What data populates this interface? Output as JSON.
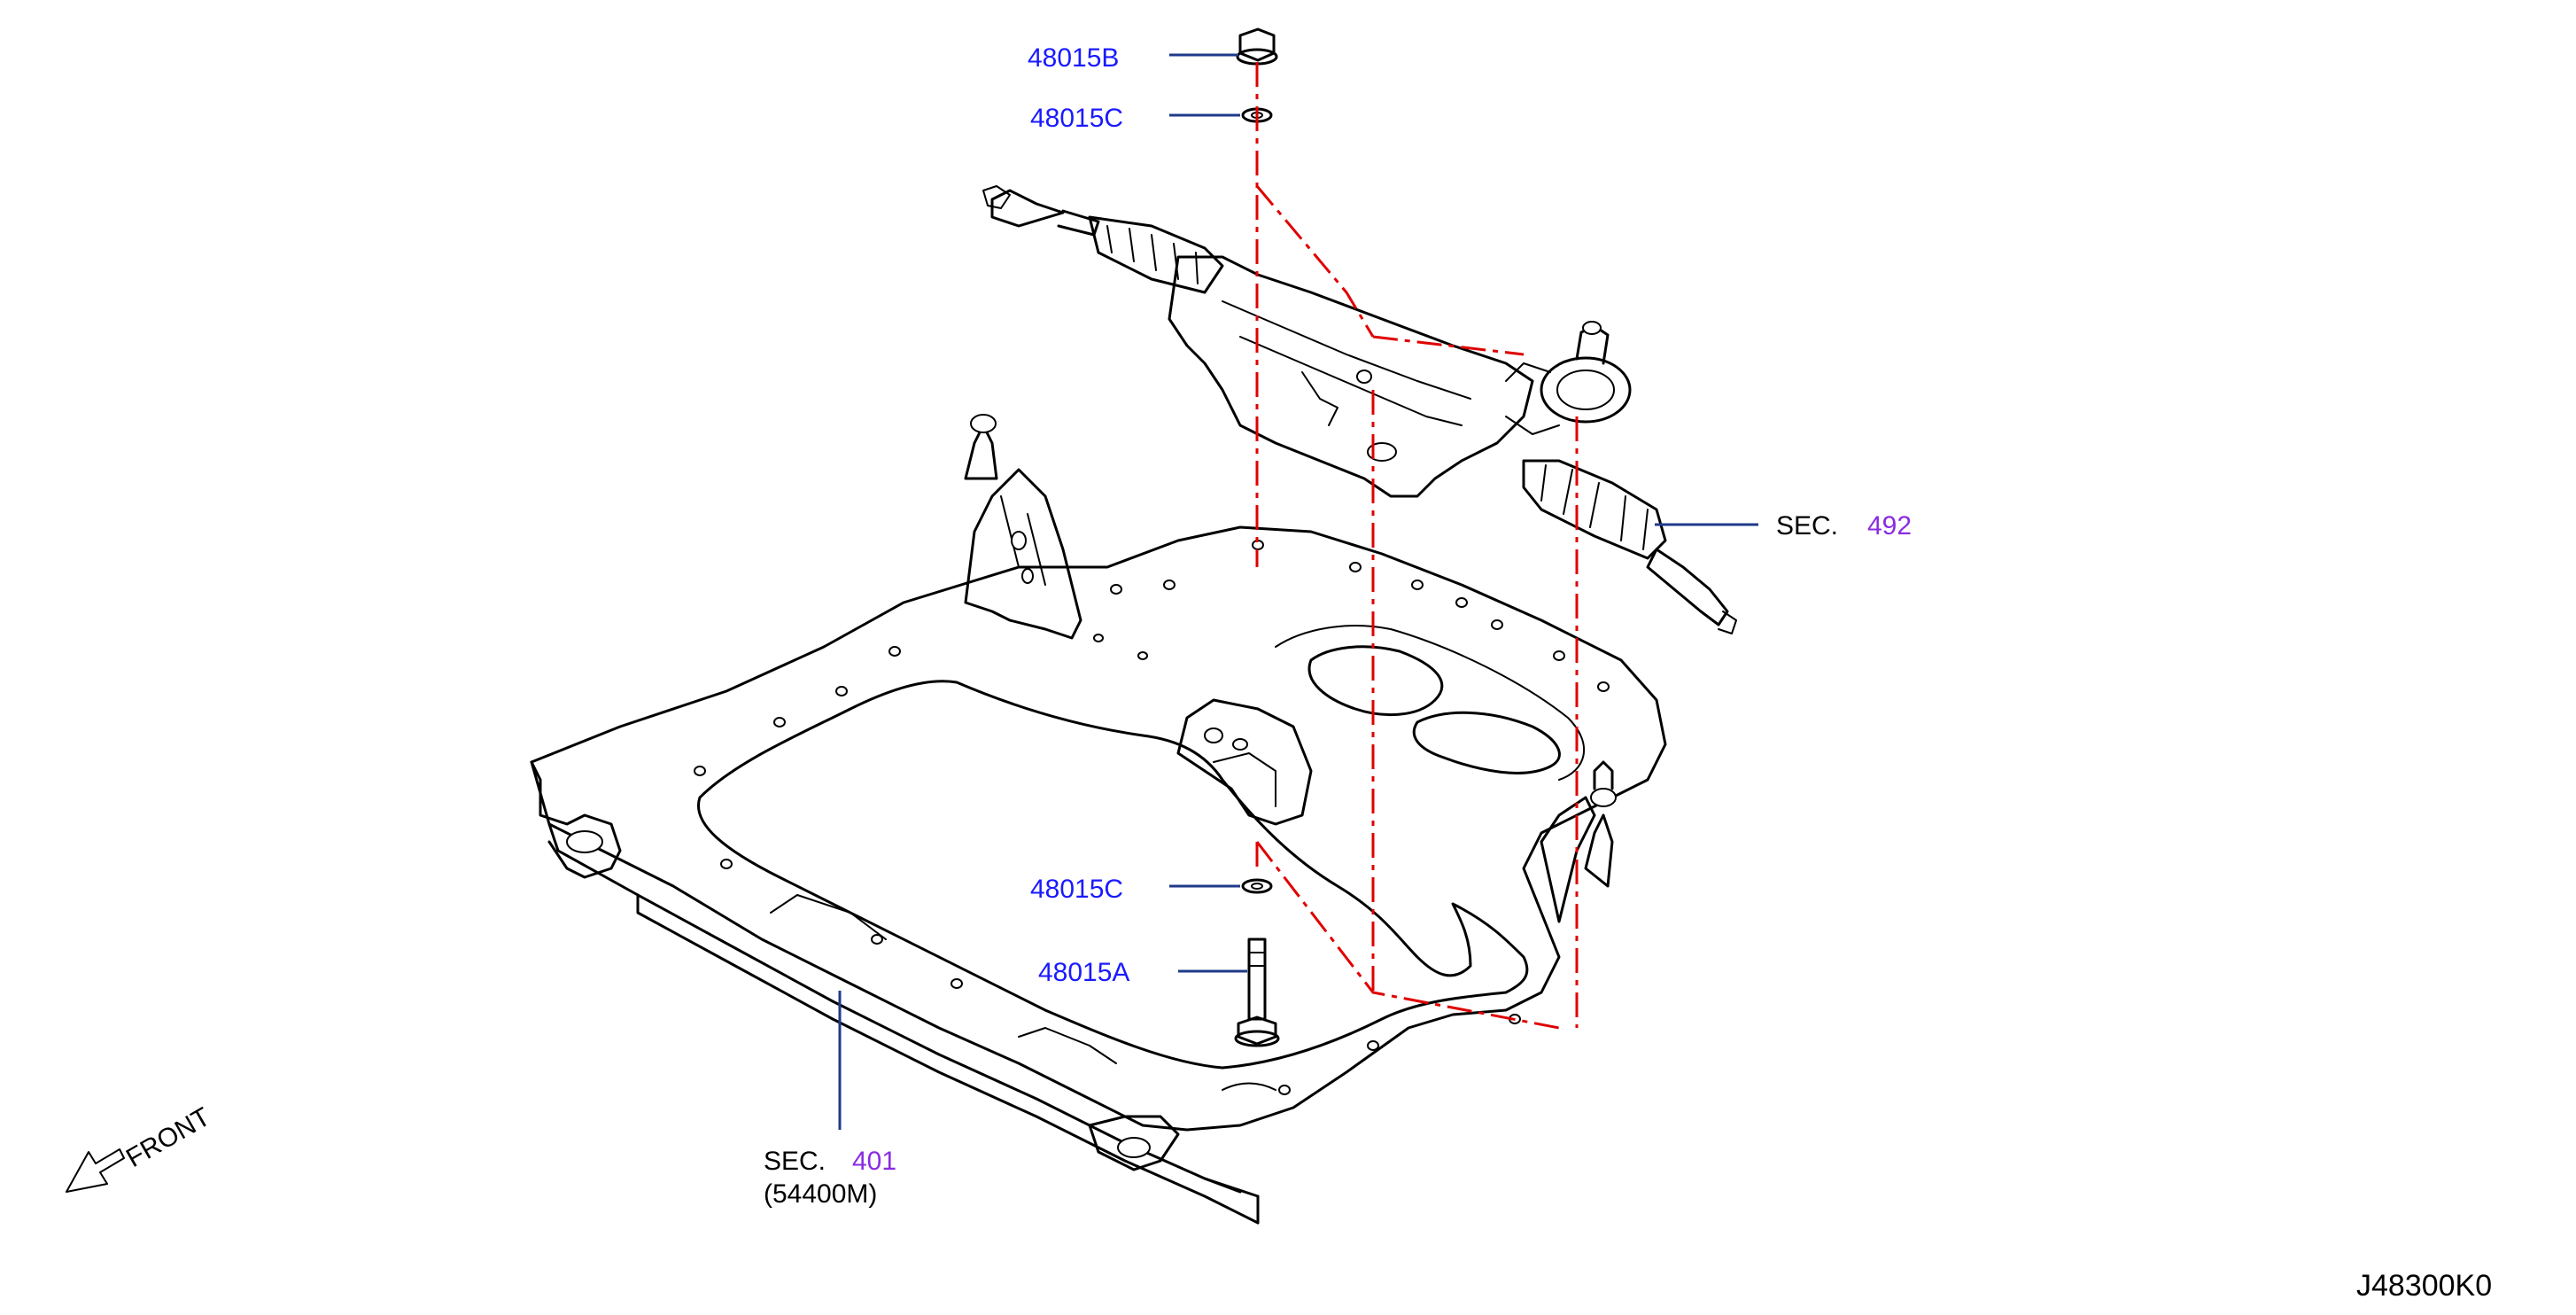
{
  "labels": {
    "nut_top": "48015B",
    "washer_top": "48015C",
    "washer_bottom": "48015C",
    "bolt_bottom": "48015A",
    "sec_steering_prefix": "SEC.",
    "sec_steering_num": "492",
    "sec_frame_prefix": "SEC.",
    "sec_frame_num": "401",
    "sec_frame_part": "(54400M)",
    "front": "FRONT",
    "drawing_code": "J48300K0"
  },
  "colors": {
    "part_label": "#1a1aff",
    "section_ref": "#8a2be2",
    "leader": "#1f3a8a",
    "centerline": "#e00000"
  },
  "icons": {
    "front_arrow": "arrow-down-left-icon"
  }
}
